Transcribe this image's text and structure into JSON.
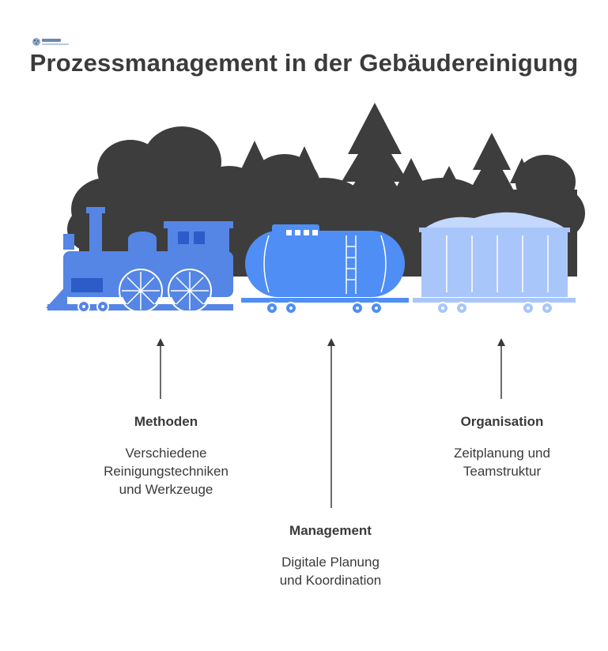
{
  "title": "Prozessmanagement in der Gebäudereinigung",
  "logo": {
    "icon": "brand-logo-icon"
  },
  "colors": {
    "forest": "#3d3d3d",
    "locomotive": "#5585e5",
    "tank_car": "#4f8ef5",
    "hopper_car": "#a9c6fb",
    "hopper_load": "#c4d8fd",
    "text": "#3a3a3a",
    "arrow": "#3a3a3a"
  },
  "sections": {
    "methoden": {
      "title": "Methoden",
      "description": "Verschiedene\nReinigungstechniken\nund Werkzeuge"
    },
    "management": {
      "title": "Management",
      "description": "Digitale Planung\nund Koordination"
    },
    "organisation": {
      "title": "Organisation",
      "description": "Zeitplanung und\nTeamstruktur"
    }
  }
}
